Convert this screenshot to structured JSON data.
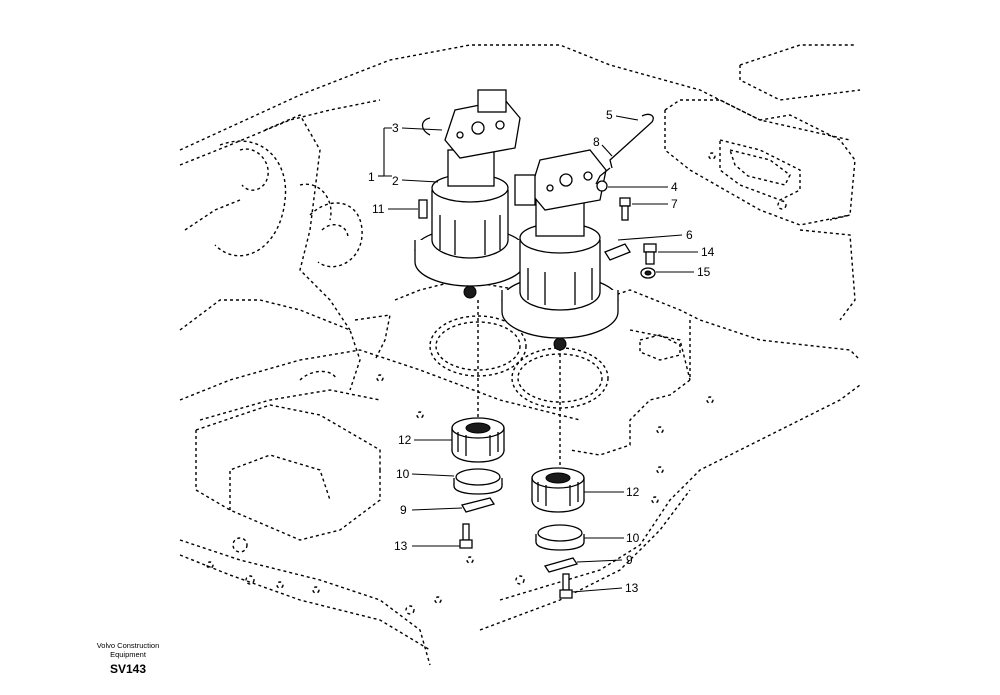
{
  "parts": [
    {
      "id": "callout-1",
      "label": "1"
    },
    {
      "id": "callout-2",
      "label": "2"
    },
    {
      "id": "callout-3",
      "label": "3"
    },
    {
      "id": "callout-4",
      "label": "4"
    },
    {
      "id": "callout-5",
      "label": "5"
    },
    {
      "id": "callout-6",
      "label": "6"
    },
    {
      "id": "callout-7",
      "label": "7"
    },
    {
      "id": "callout-8",
      "label": "8"
    },
    {
      "id": "callout-9a",
      "label": "9"
    },
    {
      "id": "callout-9b",
      "label": "9"
    },
    {
      "id": "callout-10a",
      "label": "10"
    },
    {
      "id": "callout-10b",
      "label": "10"
    },
    {
      "id": "callout-11",
      "label": "11"
    },
    {
      "id": "callout-12a",
      "label": "12"
    },
    {
      "id": "callout-12b",
      "label": "12"
    },
    {
      "id": "callout-13a",
      "label": "13"
    },
    {
      "id": "callout-13b",
      "label": "13"
    },
    {
      "id": "callout-14",
      "label": "14"
    },
    {
      "id": "callout-15",
      "label": "15"
    }
  ],
  "footer": {
    "company_line1": "Volvo Construction",
    "company_line2": "Equipment",
    "code": "SV143"
  }
}
